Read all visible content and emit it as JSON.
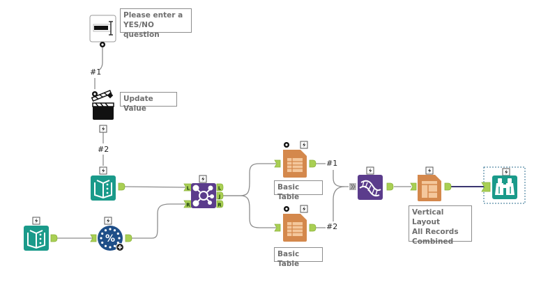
{
  "workflow": {
    "colors": {
      "connection": "#8c8c8c",
      "connection_selected": "#3a3570",
      "anchor_green": "#a9cf54",
      "anchor_green_dark": "#8ab33a",
      "teal": "#1a9a8a",
      "purple": "#5b3c8c",
      "orange": "#d4884c",
      "orange_light": "#f4c79c",
      "blue_dark": "#1e4e88",
      "interface_gray": "#6e6e6e"
    },
    "tools": [
      {
        "id": "text-box",
        "kind": "Text Box (Interface)",
        "annotation": "Please enter a\nYES/NO question"
      },
      {
        "id": "action",
        "kind": "Action (Interface)",
        "annotation": "Update Value"
      },
      {
        "id": "input-1",
        "kind": "Input Data"
      },
      {
        "id": "input-2",
        "kind": "Input Data"
      },
      {
        "id": "formula",
        "kind": "Formula"
      },
      {
        "id": "join",
        "kind": "Join"
      },
      {
        "id": "table-1",
        "kind": "Table",
        "annotation": "Basic Table"
      },
      {
        "id": "table-2",
        "kind": "Table",
        "annotation": "Basic Table"
      },
      {
        "id": "union",
        "kind": "Union"
      },
      {
        "id": "layout",
        "kind": "Layout",
        "annotation": "Vertical Layout\nAll Records\nCombined"
      },
      {
        "id": "browse",
        "kind": "Browse"
      }
    ],
    "join_anchors": {
      "input_left": "L",
      "input_right": "R",
      "output_left": "L",
      "output_join": "J",
      "output_right": "R"
    },
    "connection_labels": {
      "action_in": "#1",
      "input_q": "#2",
      "table1_out": "#1",
      "table2_out": "#2"
    }
  }
}
